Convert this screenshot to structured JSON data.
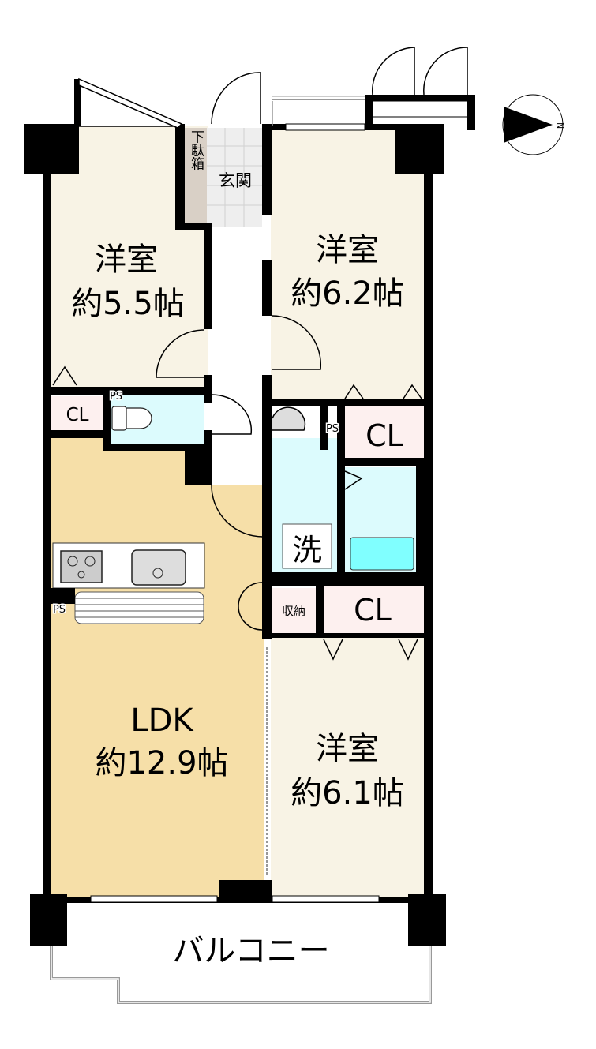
{
  "rooms": {
    "western_room_1": {
      "name": "洋室",
      "size": "約5.5帖"
    },
    "western_room_2": {
      "name": "洋室",
      "size": "約6.2帖"
    },
    "western_room_3": {
      "name": "洋室",
      "size": "約6.1帖"
    },
    "ldk": {
      "name": "LDK",
      "size": "約12.9帖"
    },
    "entrance": "玄関",
    "shoe_box": "下駄箱",
    "washroom": "洗",
    "storage": "収納",
    "closet_left": "CL",
    "closet_right_top": "CL",
    "closet_right_mid": "CL",
    "ps_toilet": "PS",
    "ps_wash": "PS",
    "ps_kitchen": "PS",
    "balcony": "バルコニー"
  },
  "compass": {
    "label": "N",
    "direction": "east"
  },
  "colors": {
    "western": "#f8f3e5",
    "ldk": "#f6dfa8",
    "water": "#dcfbfd",
    "tub": "#80ffff",
    "closet": "#fdf0ef",
    "shoe_box": "#d9d0c6",
    "entrance_tile": "#eeeeee",
    "wall": "#000000"
  }
}
